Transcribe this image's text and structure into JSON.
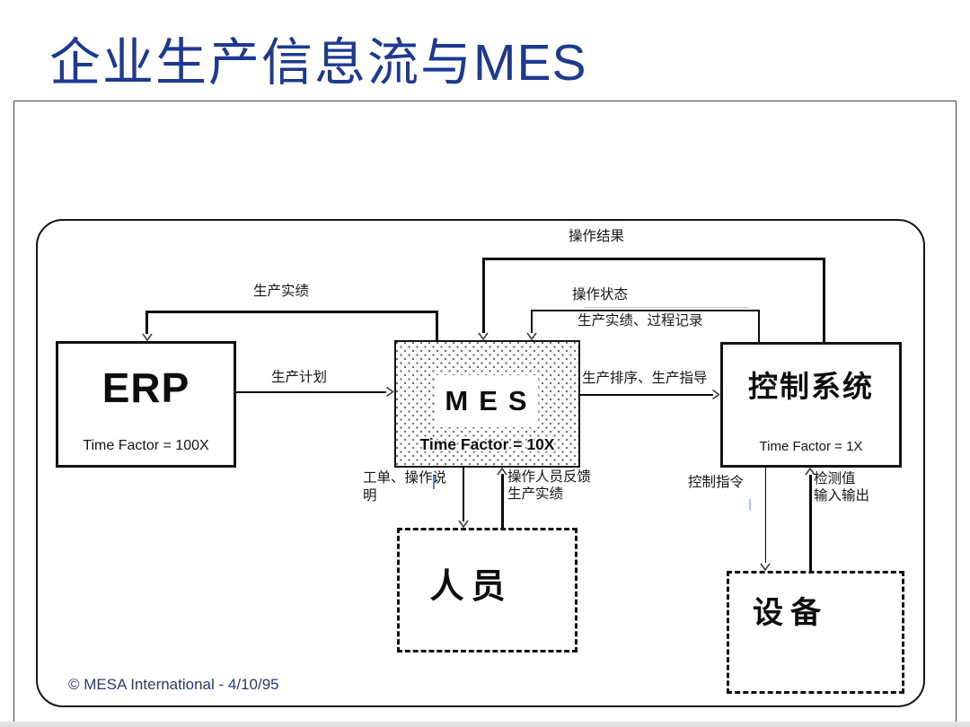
{
  "title": {
    "zh": "企业生产信息流与",
    "en": "MES"
  },
  "diagram": {
    "boxes": {
      "erp": {
        "name": "ERP",
        "time_factor": "Time Factor = 100X"
      },
      "mes": {
        "name": "MES",
        "time_factor": "Time Factor = 10X"
      },
      "control_system": {
        "name": "控制系统",
        "time_factor": "Time Factor = 1X"
      },
      "personnel": {
        "name": "人员"
      },
      "equipment": {
        "name": "设备"
      }
    },
    "flow_labels": {
      "production_actuals": "生产实绩",
      "production_plan": "生产计划",
      "operation_results": "操作结果",
      "operation_status": "操作状态",
      "actuals_process_records": "生产实绩、过程记录",
      "sequencing_guidance": "生产排序、生产指导",
      "work_order_instructions": "工单、操作说明",
      "operator_feedback_line1": "操作人员反馈",
      "operator_feedback_line2": "生产实绩",
      "control_commands": "控制指令",
      "measured_values": "检测值",
      "input_output": "输入输出"
    }
  },
  "footer": {
    "copyright": "© MESA International - 4/10/95"
  },
  "colors": {
    "title_text": "#1e3a90",
    "line": "#0a0a0a",
    "footer_text": "#2a3a6b",
    "stipple_dot": "#6f6f6f"
  }
}
